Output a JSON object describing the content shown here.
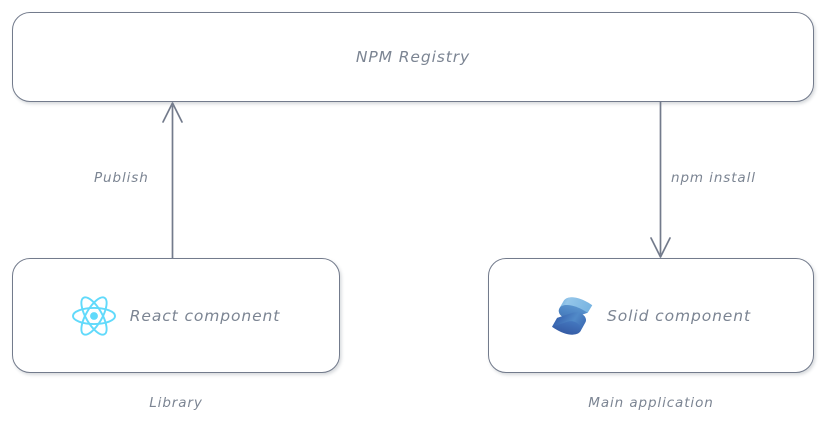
{
  "diagram": {
    "type": "flow-diagram",
    "background_color": "#ffffff",
    "stroke_color": "#737b8c",
    "text_color": "#7c8593",
    "nodes": [
      {
        "id": "registry",
        "label": "NPM Registry",
        "icon": null
      },
      {
        "id": "library",
        "label": "React component",
        "icon": "react-logo",
        "icon_color": "#61dafb",
        "caption": "Library"
      },
      {
        "id": "app",
        "label": "Solid component",
        "icon": "solid-logo",
        "icon_color": "#2c4f7c",
        "caption": "Main application"
      }
    ],
    "edges": [
      {
        "id": "publish",
        "label": "Publish",
        "from": "library",
        "to": "registry",
        "direction": "up"
      },
      {
        "id": "install",
        "label": "npm install",
        "from": "registry",
        "to": "app",
        "direction": "down"
      }
    ]
  }
}
